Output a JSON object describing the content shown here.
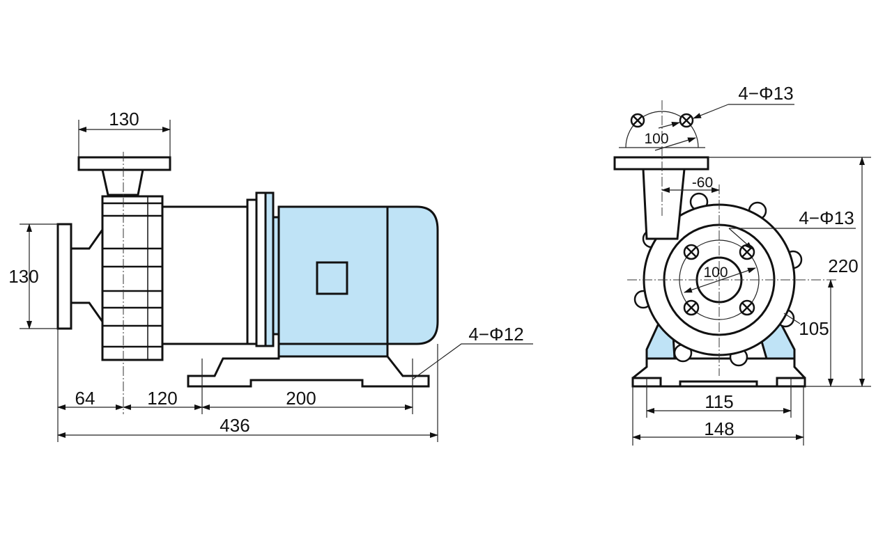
{
  "colors": {
    "motor_fill": "#bfe3f6",
    "line": "#111111"
  },
  "side_view": {
    "dim_outlet_flange": "130",
    "dim_inlet_flange": "130",
    "dim_a": "64",
    "dim_b": "120",
    "dim_c": "200",
    "dim_total": "436",
    "foot_holes": "4−Φ12"
  },
  "front_view": {
    "outlet_holes": "4−Φ13",
    "outlet_pcd": "100",
    "offset": "-60",
    "inlet_holes": "4−Φ13",
    "inlet_pcd": "100",
    "height_total": "220",
    "center_height": "105",
    "foot_spacing": "115",
    "base_width": "148"
  }
}
